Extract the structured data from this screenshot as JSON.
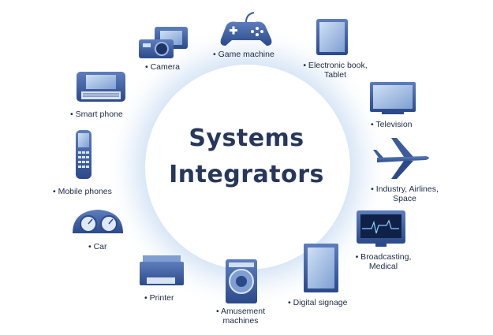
{
  "diagram": {
    "title_line1": "Systems",
    "title_line2": "Integrators",
    "items": [
      {
        "id": "camera",
        "label": "• Camera",
        "icon": "camera-icon"
      },
      {
        "id": "game",
        "label": "• Game machine",
        "icon": "game-controller-icon"
      },
      {
        "id": "ebook",
        "label_line1": "• Electronic book,",
        "label_line2": "Tablet",
        "icon": "tablet-icon"
      },
      {
        "id": "smartphone",
        "label": "• Smart phone",
        "icon": "smartphone-icon"
      },
      {
        "id": "tv",
        "label": "• Television",
        "icon": "television-icon"
      },
      {
        "id": "mobile",
        "label": "• Mobile phones",
        "icon": "mobile-phone-icon"
      },
      {
        "id": "airlines",
        "label_line1": "• Industry, Airlines,",
        "label_line2": "Space",
        "icon": "airplane-icon"
      },
      {
        "id": "car",
        "label": "• Car",
        "icon": "car-dashboard-icon"
      },
      {
        "id": "broadcast",
        "label_line1": "• Broadcasting,",
        "label_line2": "Medical",
        "icon": "medical-monitor-icon"
      },
      {
        "id": "printer",
        "label": "• Printer",
        "icon": "printer-icon"
      },
      {
        "id": "amusement",
        "label_line1": "• Amusement",
        "label_line2": "machines",
        "icon": "amusement-machine-icon"
      },
      {
        "id": "signage",
        "label": "• Digital signage",
        "icon": "digital-signage-icon"
      }
    ],
    "colors": {
      "accent": "#3d5a9a",
      "dark": "#1f3566",
      "title": "#27375c",
      "halo": "#dce9f7"
    }
  }
}
